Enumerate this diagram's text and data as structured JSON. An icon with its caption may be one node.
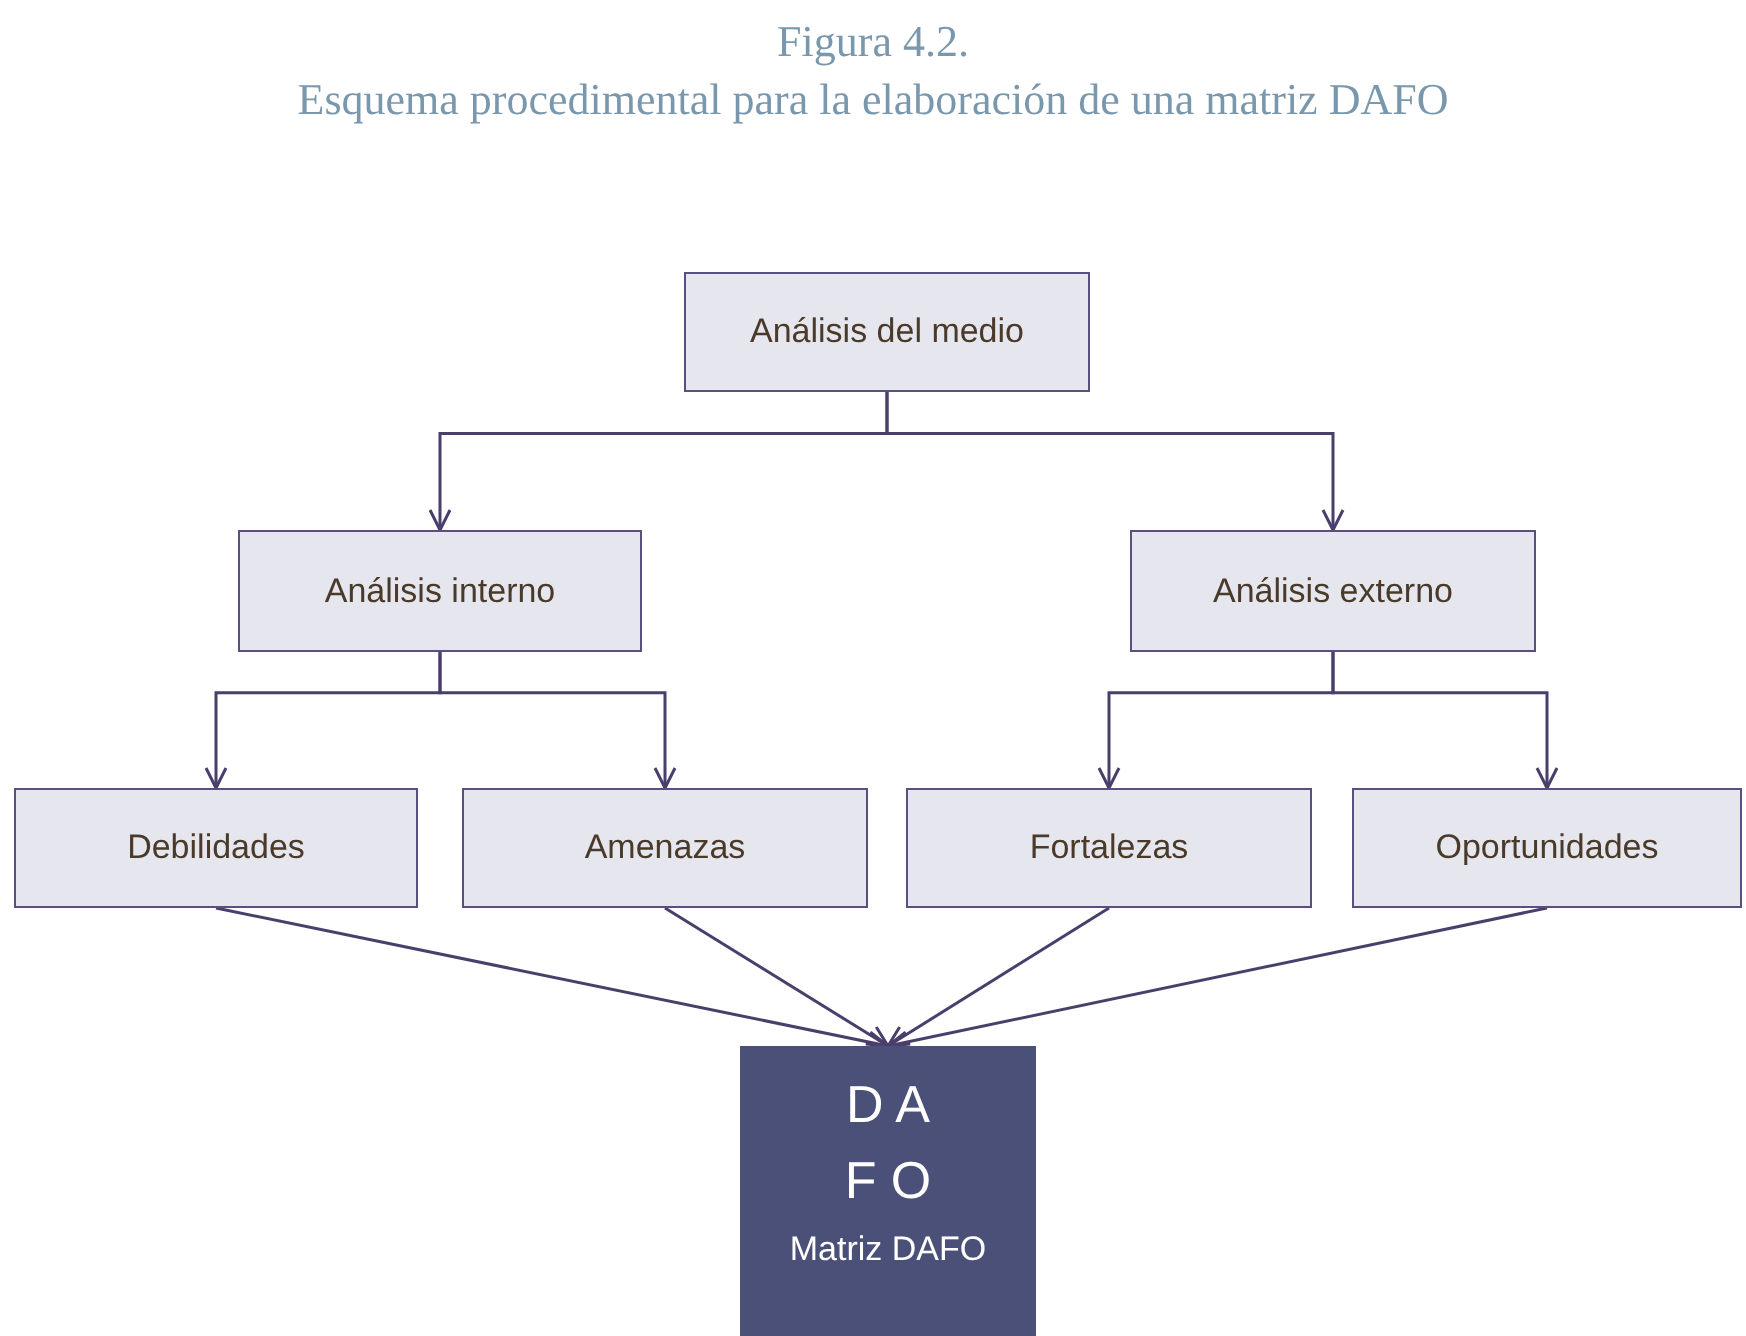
{
  "diagram": {
    "title": "Figura 4.2.",
    "caption": "Esquema procedimental para la elaboración de una matriz DAFO",
    "nodes": [
      {
        "text": [
          "Análisis del medio"
        ]
      },
      {
        "text": [
          "Análisis interno"
        ]
      },
      {
        "text": [
          "Análisis externo"
        ]
      },
      {
        "text": [
          "Debilidades"
        ]
      },
      {
        "text": [
          "Amenazas"
        ]
      },
      {
        "text": [
          "Fortalezas"
        ]
      },
      {
        "text": [
          "Oportunidades"
        ]
      },
      {
        "text": [
          "D A F O",
          "Matriz DAFO"
        ]
      }
    ],
    "edges": [
      {
        "from": 0,
        "to": 1,
        "arrow": "to"
      },
      {
        "from": 0,
        "to": 2,
        "arrow": "to"
      },
      {
        "from": 1,
        "to": 3,
        "arrow": "to"
      },
      {
        "from": 1,
        "to": 4,
        "arrow": "to"
      },
      {
        "from": 2,
        "to": 5,
        "arrow": "to"
      },
      {
        "from": 2,
        "to": 6,
        "arrow": "to"
      },
      {
        "from": 3,
        "to": 7,
        "arrow": "to"
      },
      {
        "from": 4,
        "to": 7,
        "arrow": "to"
      },
      {
        "from": 5,
        "to": 7,
        "arrow": "to"
      },
      {
        "from": 6,
        "to": 7,
        "arrow": "to"
      }
    ]
  }
}
